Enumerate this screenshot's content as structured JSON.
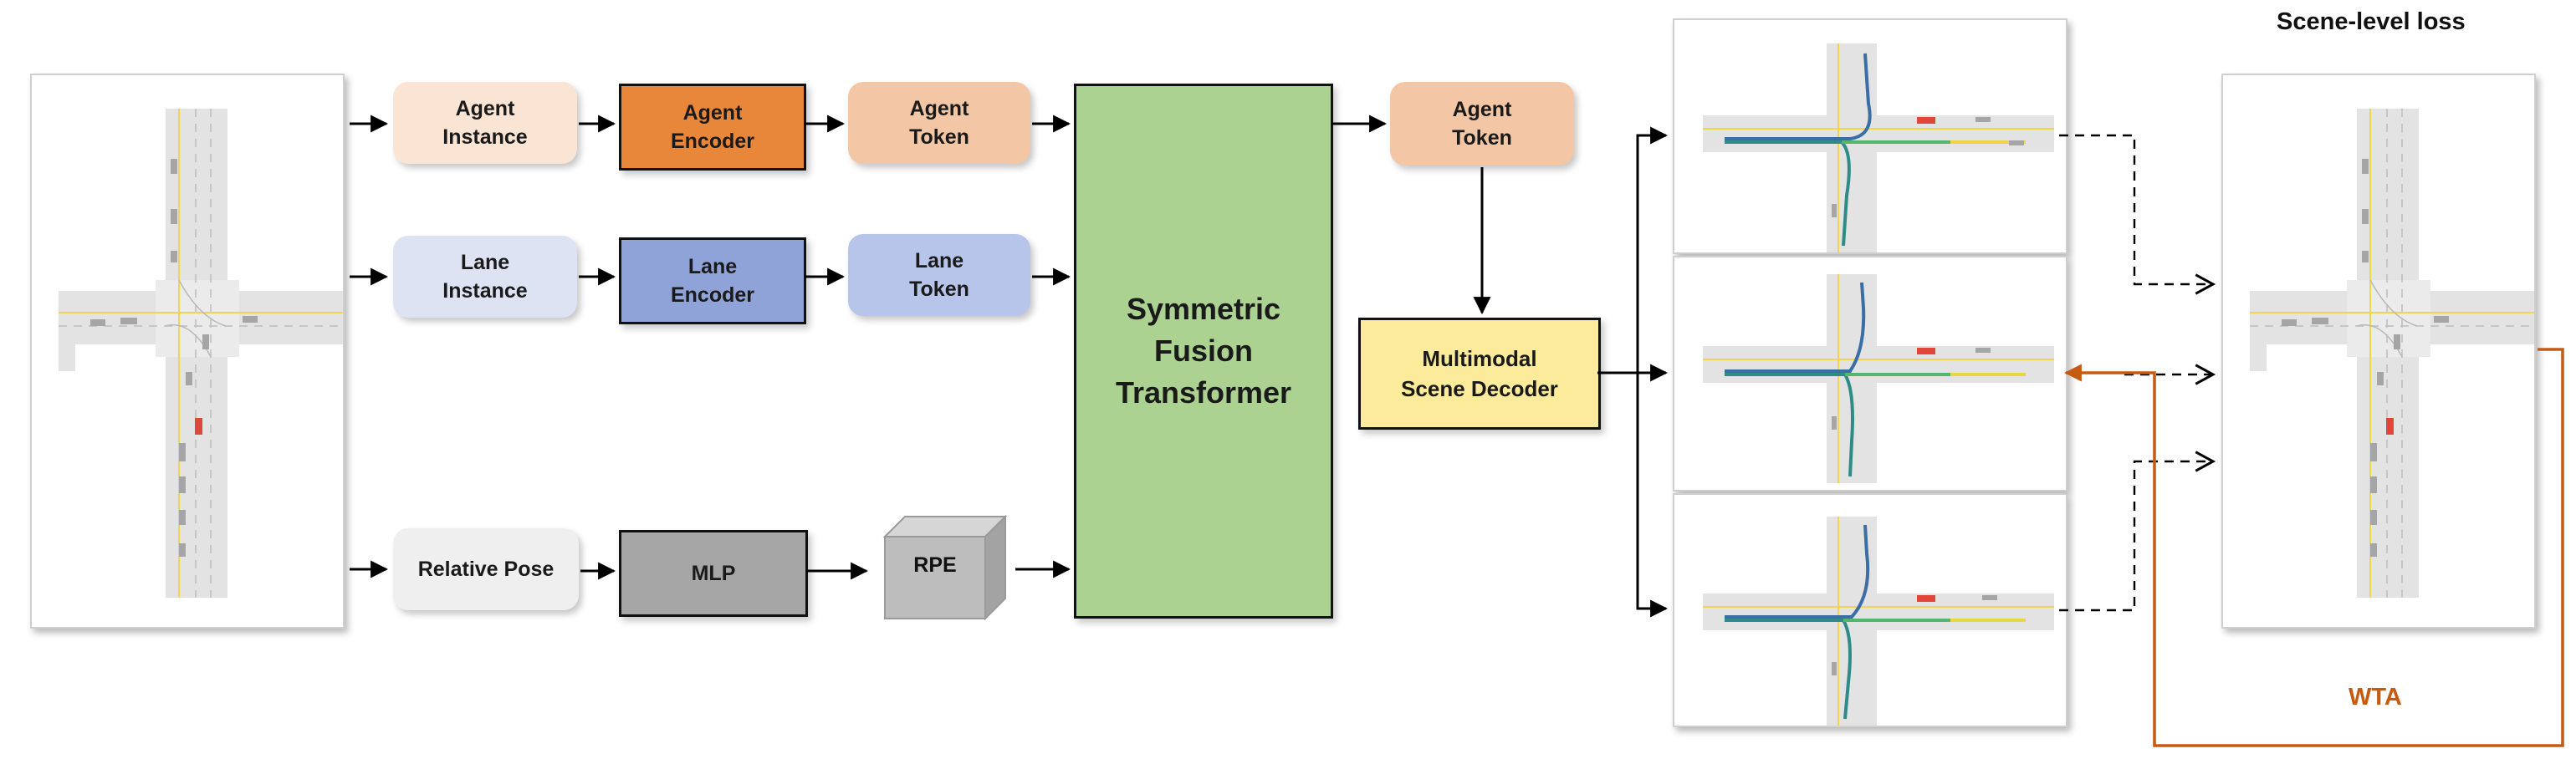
{
  "inputs": {
    "agent_instance": "Agent\nInstance",
    "lane_instance": "Lane\nInstance",
    "relative_pose": "Relative Pose"
  },
  "encoders": {
    "agent_encoder": "Agent\nEncoder",
    "lane_encoder": "Lane\nEncoder",
    "mlp": "MLP"
  },
  "tokens": {
    "agent_token": "Agent\nToken",
    "lane_token": "Lane\nToken",
    "rpe": "RPE"
  },
  "transformer": "Symmetric\nFusion\nTransformer",
  "output_token": "Agent\nToken",
  "decoder": "Multimodal\nScene Decoder",
  "loss_title": "Scene-level loss",
  "wta_label": "WTA",
  "colors": {
    "agent_instance": "#fae4d3",
    "agent_encoder": "#e8873a",
    "agent_token": "#f3c7a5",
    "lane_instance": "#dde3f3",
    "lane_encoder": "#8fa3d8",
    "lane_token": "#b6c5e9",
    "relative_pose": "#efefef",
    "mlp": "#a6a6a6",
    "rpe": "#bdbdbd",
    "transformer": "#acd291",
    "decoder": "#fdeb9c",
    "wta": "#c55a11"
  }
}
